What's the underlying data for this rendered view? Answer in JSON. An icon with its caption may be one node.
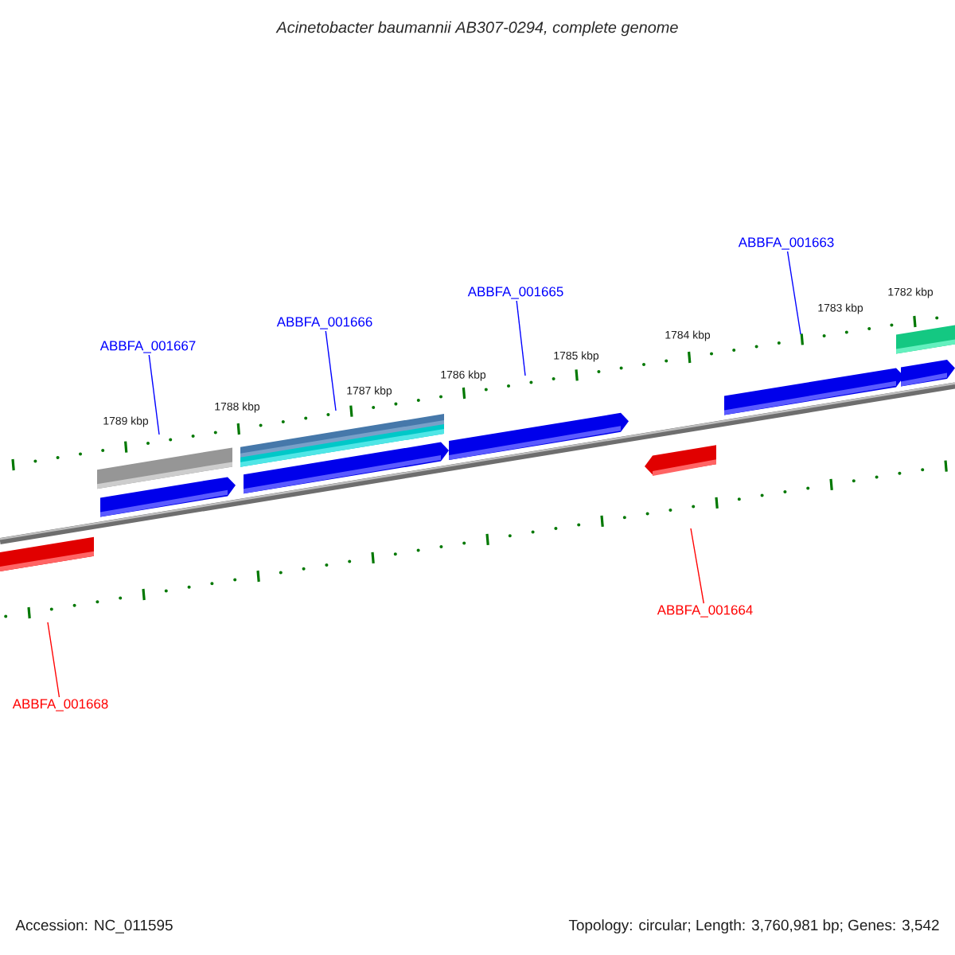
{
  "diagram": {
    "title": "Acinetobacter baumannii AB307-0294, complete genome",
    "nodes": [
      {
        "text": [
          "ABBFA_001667"
        ]
      },
      {
        "text": [
          "ABBFA_001666"
        ]
      },
      {
        "text": [
          "ABBFA_001665"
        ]
      },
      {
        "text": [
          "ABBFA_001663"
        ]
      },
      {
        "text": [
          "ABBFA_001664"
        ]
      },
      {
        "text": [
          "ABBFA_001668"
        ]
      }
    ],
    "edges": [
      {
        "from": 0,
        "to": null,
        "arrow": "none"
      },
      {
        "from": 1,
        "to": null,
        "arrow": "none"
      },
      {
        "from": 2,
        "to": null,
        "arrow": "none"
      },
      {
        "from": 3,
        "to": null,
        "arrow": "none"
      },
      {
        "from": 4,
        "to": null,
        "arrow": "none",
        "color": "#ff0000"
      },
      {
        "from": 5,
        "to": null,
        "arrow": "none",
        "color": "#ff0000"
      }
    ],
    "labels": [
      "1782 kbp",
      "1783 kbp",
      "1784 kbp",
      "1785 kbp",
      "1786 kbp",
      "1787 kbp",
      "1788 kbp",
      "1789 kbp",
      "Accession: NC_011595",
      "Topology: circular; Length: 3,760,981 bp; Genes: 3,542"
    ]
  }
}
